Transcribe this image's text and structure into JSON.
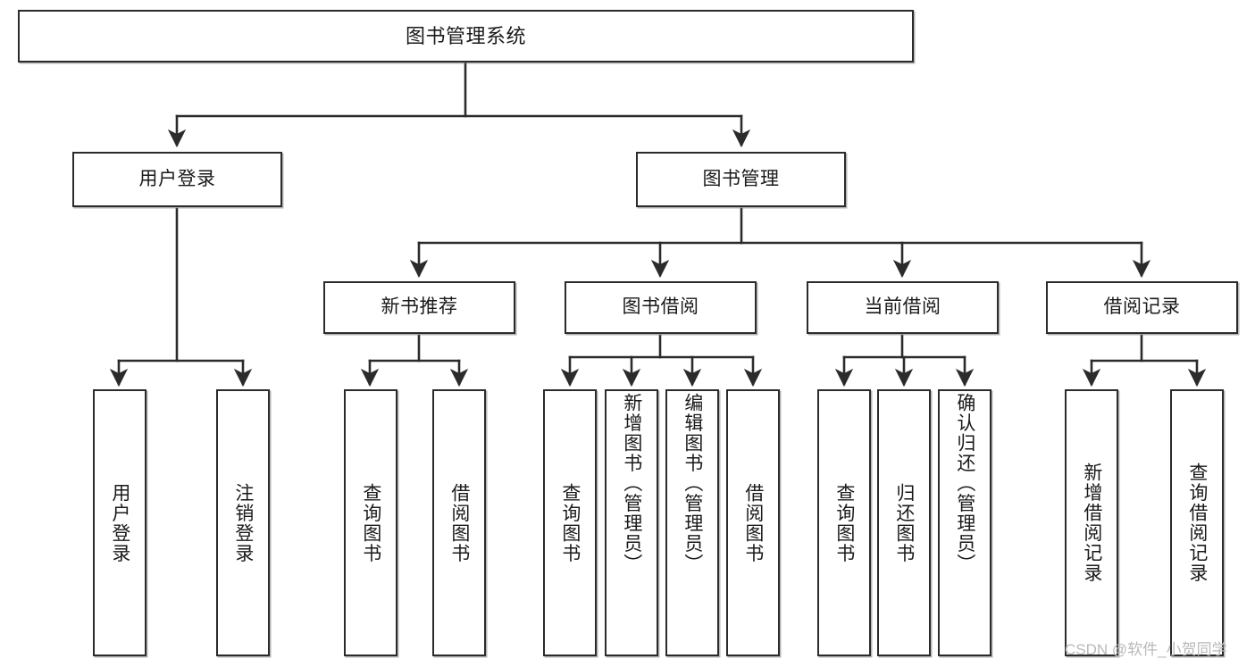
{
  "diagram": {
    "title": "图书管理系统",
    "type": "hierarchy-tree",
    "watermark": "CSDN @软件_小贺同学",
    "colors": {
      "node_border": "#2b2b2b",
      "node_fill": "#ffffff",
      "edge": "#2b2b2b",
      "text": "#1a1a1a",
      "watermark": "#b9b9b9"
    },
    "nodes": [
      {
        "id": "root",
        "label": "图书管理系统",
        "level": 1,
        "orientation": "horizontal"
      },
      {
        "id": "user-login",
        "label": "用户登录",
        "level": 2,
        "orientation": "horizontal"
      },
      {
        "id": "book-manage",
        "label": "图书管理",
        "level": 2,
        "orientation": "horizontal"
      },
      {
        "id": "new-book-rec",
        "label": "新书推荐",
        "level": 3,
        "orientation": "horizontal"
      },
      {
        "id": "book-borrow",
        "label": "图书借阅",
        "level": 3,
        "orientation": "horizontal"
      },
      {
        "id": "current-borrow",
        "label": "当前借阅",
        "level": 3,
        "orientation": "horizontal"
      },
      {
        "id": "borrow-record",
        "label": "借阅记录",
        "level": 3,
        "orientation": "horizontal"
      },
      {
        "id": "leaf-user-login",
        "label": "用户登录",
        "level": 4,
        "orientation": "vertical",
        "parent": "user-login"
      },
      {
        "id": "leaf-user-logout",
        "label": "注销登录",
        "level": 4,
        "orientation": "vertical",
        "parent": "user-login"
      },
      {
        "id": "leaf-query-book-1",
        "label": "查询图书",
        "level": 4,
        "orientation": "vertical",
        "parent": "new-book-rec"
      },
      {
        "id": "leaf-borrow-book-1",
        "label": "借阅图书",
        "level": 4,
        "orientation": "vertical",
        "parent": "new-book-rec"
      },
      {
        "id": "leaf-query-book-2",
        "label": "查询图书",
        "level": 4,
        "orientation": "vertical",
        "parent": "book-borrow"
      },
      {
        "id": "leaf-add-book",
        "label": "新增图书（管理员）",
        "level": 4,
        "orientation": "vertical",
        "parent": "book-borrow"
      },
      {
        "id": "leaf-edit-book",
        "label": "编辑图书（管理员）",
        "level": 4,
        "orientation": "vertical",
        "parent": "book-borrow"
      },
      {
        "id": "leaf-borrow-book-2",
        "label": "借阅图书",
        "level": 4,
        "orientation": "vertical",
        "parent": "book-borrow"
      },
      {
        "id": "leaf-query-book-3",
        "label": "查询图书",
        "level": 4,
        "orientation": "vertical",
        "parent": "current-borrow"
      },
      {
        "id": "leaf-return-book",
        "label": "归还图书",
        "level": 4,
        "orientation": "vertical",
        "parent": "current-borrow"
      },
      {
        "id": "leaf-confirm-return",
        "label": "确认归还（管理员）",
        "level": 4,
        "orientation": "vertical",
        "parent": "current-borrow"
      },
      {
        "id": "leaf-add-record",
        "label": "新增借阅记录",
        "level": 4,
        "orientation": "vertical",
        "parent": "borrow-record"
      },
      {
        "id": "leaf-query-record",
        "label": "查询借阅记录",
        "level": 4,
        "orientation": "vertical",
        "parent": "borrow-record"
      }
    ]
  }
}
